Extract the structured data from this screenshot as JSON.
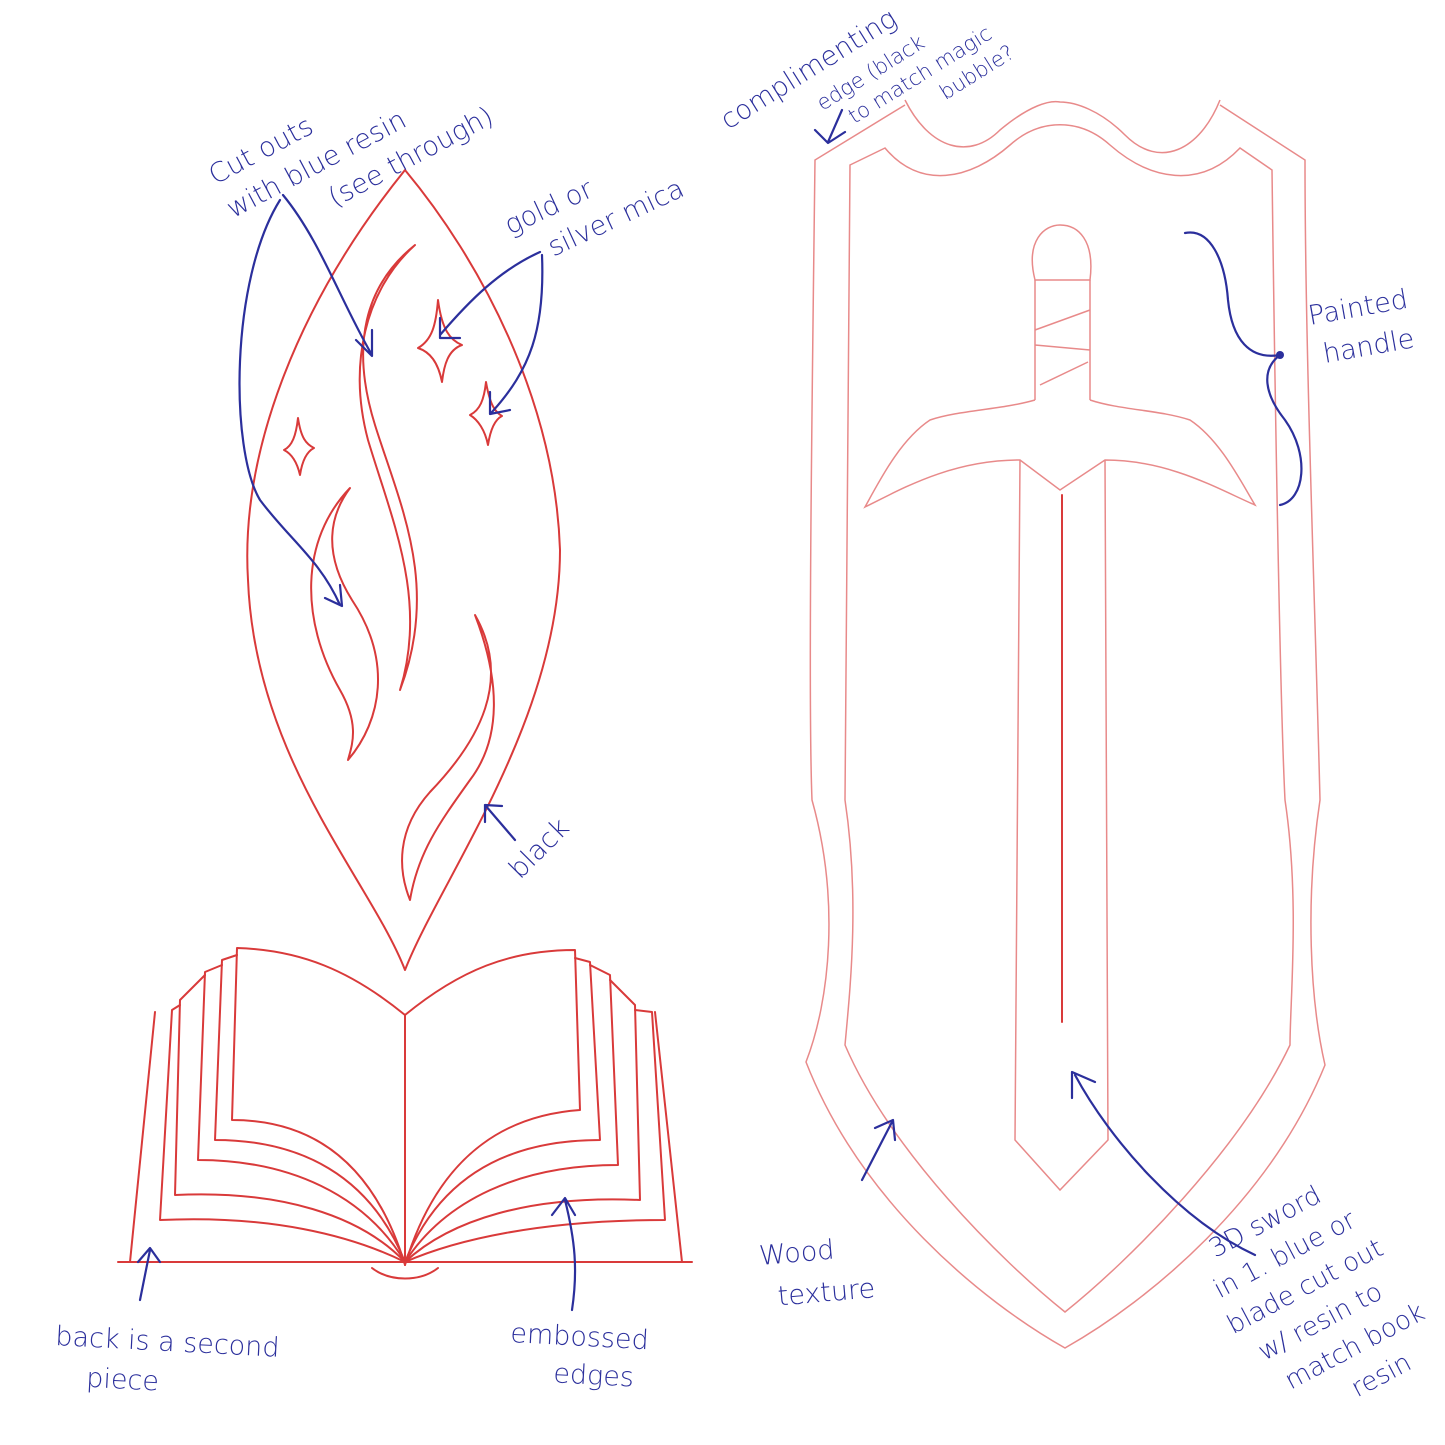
{
  "title": "Bookmark design sketch",
  "colors": {
    "sketch": "#d93a3a",
    "notes": "#2b2f9c"
  },
  "notes": {
    "cutouts": [
      "Cut outs",
      "with blue resin",
      "(see through)"
    ],
    "mica": [
      "gold or",
      "silver mica"
    ],
    "edge": [
      "complimenting",
      "edge (black",
      "to match magic",
      "bubble?"
    ],
    "handle": [
      "Painted",
      "handle"
    ],
    "black": "black",
    "back": [
      "back is a second",
      "piece"
    ],
    "embossed": [
      "embossed",
      "edges"
    ],
    "wood": [
      "Wood",
      "texture"
    ],
    "sword": [
      "3D sword",
      "in 1. blue or",
      "blade cut out",
      "w/ resin to",
      "match book",
      "resin"
    ]
  }
}
